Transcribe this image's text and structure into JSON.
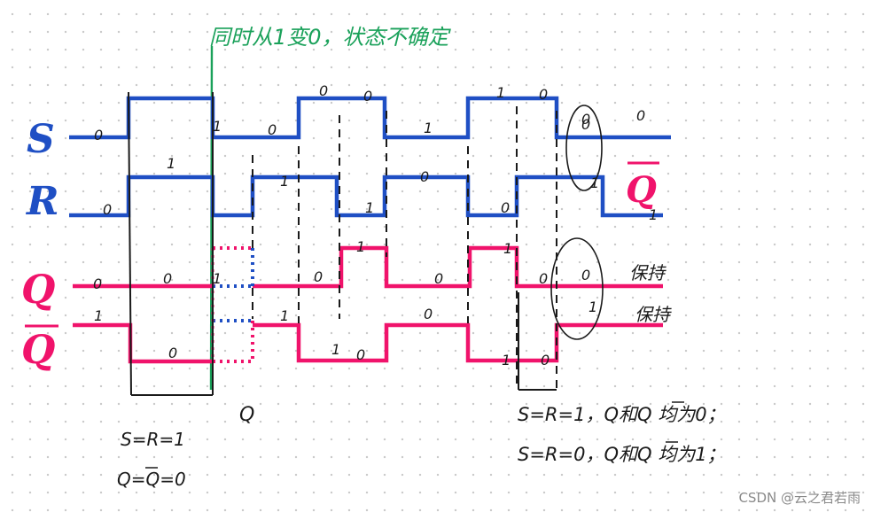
{
  "title_annotation": "同时从1变0，状态不确定",
  "signals": {
    "s": {
      "label": "S",
      "color": "#1f4fc4"
    },
    "r": {
      "label": "R",
      "color": "#1f4fc4"
    },
    "q": {
      "label": "Q",
      "color": "#f0136b"
    },
    "qbar": {
      "label": "Q",
      "color": "#f0136b"
    }
  },
  "qbar_right_label": "Q",
  "level_marks": [
    "0",
    "1",
    "0",
    "1",
    "0",
    "1",
    "0",
    "0",
    "1",
    "0",
    "1",
    "0",
    "1",
    "0",
    "0",
    "1",
    "0",
    "1",
    "0",
    "0",
    "1",
    "0",
    "1",
    "0",
    "1",
    "0",
    "0",
    "1",
    "1",
    "0",
    "1",
    "1",
    "0",
    "0",
    "1",
    "0",
    "0"
  ],
  "notes": {
    "hold_1": "保持",
    "hold_2": "保持",
    "cond_left_1": "S=R=1",
    "cond_left_2": "Q=Q=0",
    "q_mark": "Q",
    "cond_right_1": "S=R=1，Q和Q 均为0；",
    "cond_right_2": "S=R=0，Q和Q 均为1；"
  },
  "watermark": "CSDN @云之君若雨",
  "colors": {
    "blue": "#1f4fc4",
    "pink": "#f0136b",
    "green": "#1aa15a",
    "ink": "#1a1a1a"
  }
}
